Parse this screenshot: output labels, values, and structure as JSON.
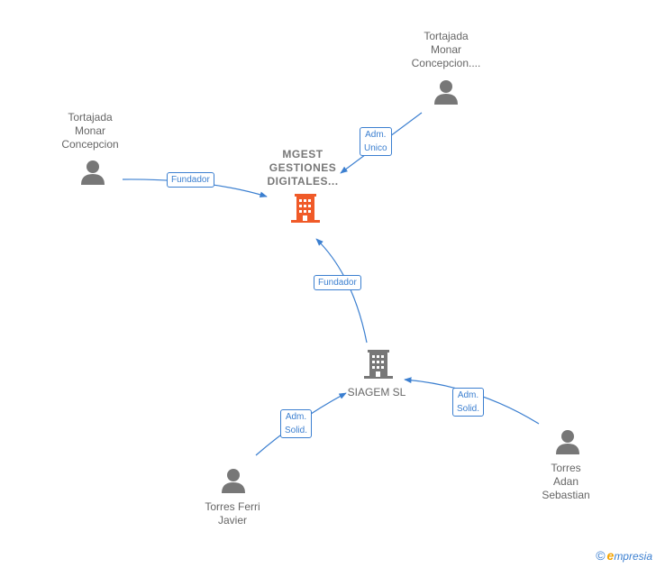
{
  "nodes": {
    "mgest": {
      "label": "MGEST\nGESTIONES\nDIGITALES...",
      "type": "company-main",
      "color": "#f05a28"
    },
    "siagem": {
      "label": "SIAGEM  SL",
      "type": "company",
      "color": "#777777"
    },
    "tortajada_top": {
      "label": "Tortajada\nMonar\nConcepcion....",
      "type": "person"
    },
    "tortajada_left": {
      "label": "Tortajada\nMonar\nConcepcion",
      "type": "person"
    },
    "torres_ferri": {
      "label": "Torres Ferri\nJavier",
      "type": "person"
    },
    "torres_adan": {
      "label": "Torres\nAdan\nSebastian",
      "type": "person"
    }
  },
  "edges": [
    {
      "from": "tortajada_top",
      "to": "mgest",
      "label": "Adm.\nUnico"
    },
    {
      "from": "tortajada_left",
      "to": "mgest",
      "label": "Fundador"
    },
    {
      "from": "siagem",
      "to": "mgest",
      "label": "Fundador"
    },
    {
      "from": "torres_ferri",
      "to": "siagem",
      "label": "Adm.\nSolid."
    },
    {
      "from": "torres_adan",
      "to": "siagem",
      "label": "Adm.\nSolid."
    }
  ],
  "colors": {
    "edge": "#3b7fd0",
    "person": "#777777",
    "company_main": "#f05a28",
    "company": "#777777"
  },
  "footer": {
    "copyright": "©",
    "brand_initial": "e",
    "brand_rest": "mpresia"
  }
}
